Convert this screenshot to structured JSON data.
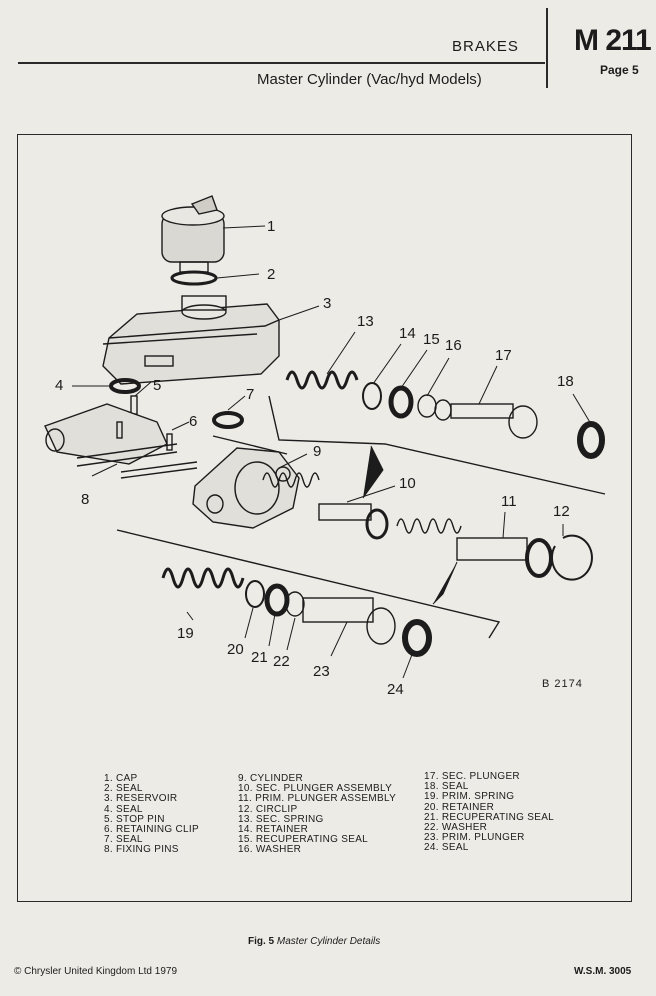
{
  "header": {
    "section": "BRAKES",
    "code": "M 211",
    "page": "Page 5",
    "subtitle": "Master Cylinder (Vac/hyd Models)"
  },
  "figure": {
    "drawing_ref": "B 2174",
    "callouts": [
      "1",
      "2",
      "3",
      "4",
      "5",
      "6",
      "7",
      "8",
      "9",
      "10",
      "11",
      "12",
      "13",
      "14",
      "15",
      "16",
      "17",
      "18",
      "19",
      "20",
      "21",
      "22",
      "23",
      "24"
    ]
  },
  "legend": {
    "col1": [
      "1.  CAP",
      "2.  SEAL",
      "3.  RESERVOIR",
      "4.  SEAL",
      "5.  STOP PIN",
      "6.  RETAINING CLIP",
      "7.  SEAL",
      "8.  FIXING PINS"
    ],
    "col2": [
      "9.  CYLINDER",
      "10.  SEC. PLUNGER ASSEMBLY",
      "11.  PRIM. PLUNGER ASSEMBLY",
      "12.  CIRCLIP",
      "13.  SEC. SPRING",
      "14.  RETAINER",
      "15.  RECUPERATING SEAL",
      "16.  WASHER"
    ],
    "col3": [
      "17.  SEC. PLUNGER",
      "18.  SEAL",
      "19.  PRIM. SPRING",
      "20.  RETAINER",
      "21.  RECUPERATING SEAL",
      "22.  WASHER",
      "23.  PRIM. PLUNGER",
      "24.  SEAL"
    ]
  },
  "caption": {
    "fig_label": "Fig. 5",
    "title": "Master Cylinder Details"
  },
  "footer": {
    "copyright": "© Chrysler United Kingdom Ltd   1979",
    "ref": "W.S.M. 3005"
  }
}
